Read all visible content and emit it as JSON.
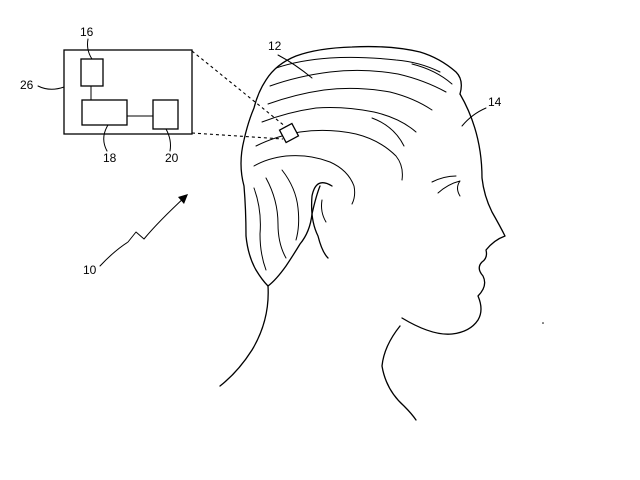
{
  "figure": {
    "reference_numerals": {
      "system": "10",
      "hair": "12",
      "head": "14",
      "block_top": "16",
      "block_center": "18",
      "block_right": "20",
      "enclosure": "26"
    }
  },
  "colors": {
    "ink": "#000000",
    "paper": "#ffffff"
  }
}
